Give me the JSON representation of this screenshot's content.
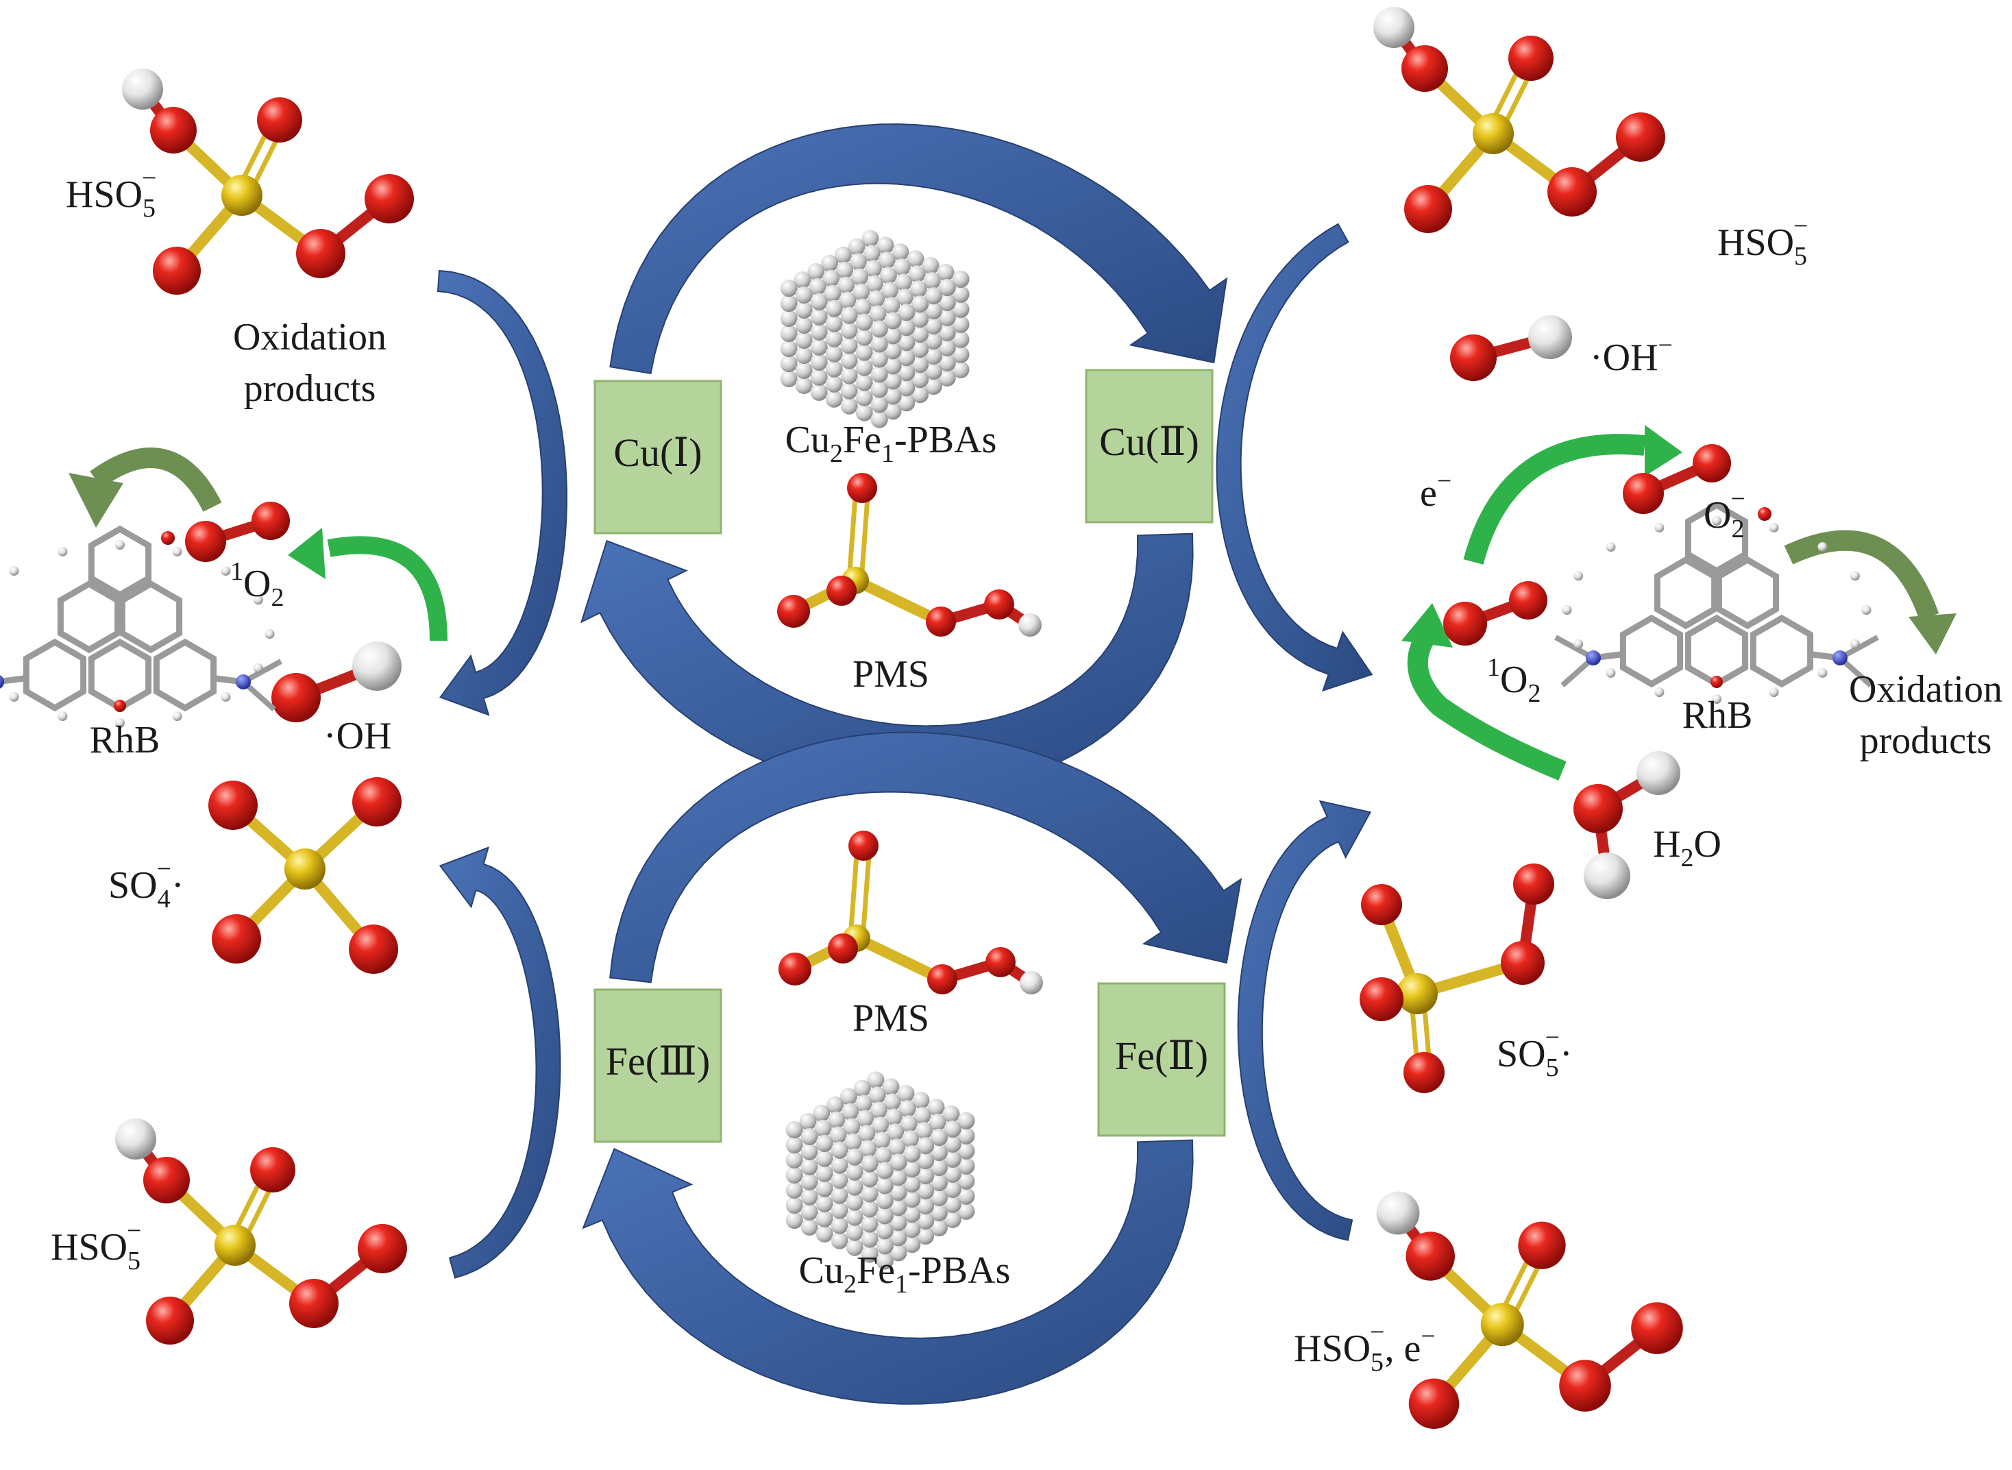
{
  "colors": {
    "arrow_blue": "#3c62a6",
    "arrow_blue_dark": "#2b4a82",
    "arrow_green": "#2fb24a",
    "arrow_olive": "#6e8f52",
    "box_fill": "#b5d49b",
    "box_stroke": "#8fb36f",
    "oxygen": "#d7191c",
    "sulfur": "#e6c51c",
    "hydrogen": "#e8e8e8",
    "cube": "#d4d4d4"
  },
  "boxes": {
    "cu1": "Cu(Ⅰ)",
    "cu2": "Cu(Ⅱ)",
    "fe3": "Fe(Ⅲ)",
    "fe2": "Fe(Ⅱ)"
  },
  "center": {
    "top_catalyst": {
      "base1": "Cu",
      "sub1": "2",
      "base2": "Fe",
      "sub2": "1",
      "tail": "-PBAs"
    },
    "top_pms": "PMS",
    "bottom_pms": "PMS",
    "bottom_catalyst": {
      "base1": "Cu",
      "sub1": "2",
      "base2": "Fe",
      "sub2": "1",
      "tail": "-PBAs"
    }
  },
  "left": {
    "hso5_top": {
      "base": "HSO",
      "sub": "5",
      "sup": "−"
    },
    "oxidation_products": [
      "Oxidation",
      "products"
    ],
    "singlet_o2": {
      "sup": "1",
      "base": "O",
      "sub": "2"
    },
    "rhb": "RhB",
    "hydroxyl": "·OH",
    "so4_radical": {
      "base": "SO",
      "sub": "4",
      "sup": "−",
      "tail": "·"
    },
    "hso5_bottom": {
      "base": "HSO",
      "sub": "5",
      "sup": "−"
    }
  },
  "right": {
    "hso5_top": {
      "base": "HSO",
      "sub": "5",
      "sup": "−"
    },
    "hydroxide": {
      "base": "·OH",
      "sup": "−"
    },
    "electron": {
      "base": "e",
      "sup": "−"
    },
    "superoxide": {
      "base": "O",
      "sub": "2",
      "sup": "−"
    },
    "singlet_o2": {
      "sup": "1",
      "base": "O",
      "sub": "2"
    },
    "rhb": "RhB",
    "oxidation_products": [
      "Oxidation",
      "products"
    ],
    "water": {
      "base": "H",
      "sub": "2",
      "tail": "O"
    },
    "so5_radical": {
      "base": "SO",
      "sub": "5",
      "sup": "−",
      "tail": "·"
    },
    "hso5_electron": {
      "base": "HSO",
      "sub": "5",
      "sup": "−",
      "mid": ", e",
      "sup2": "−"
    }
  }
}
